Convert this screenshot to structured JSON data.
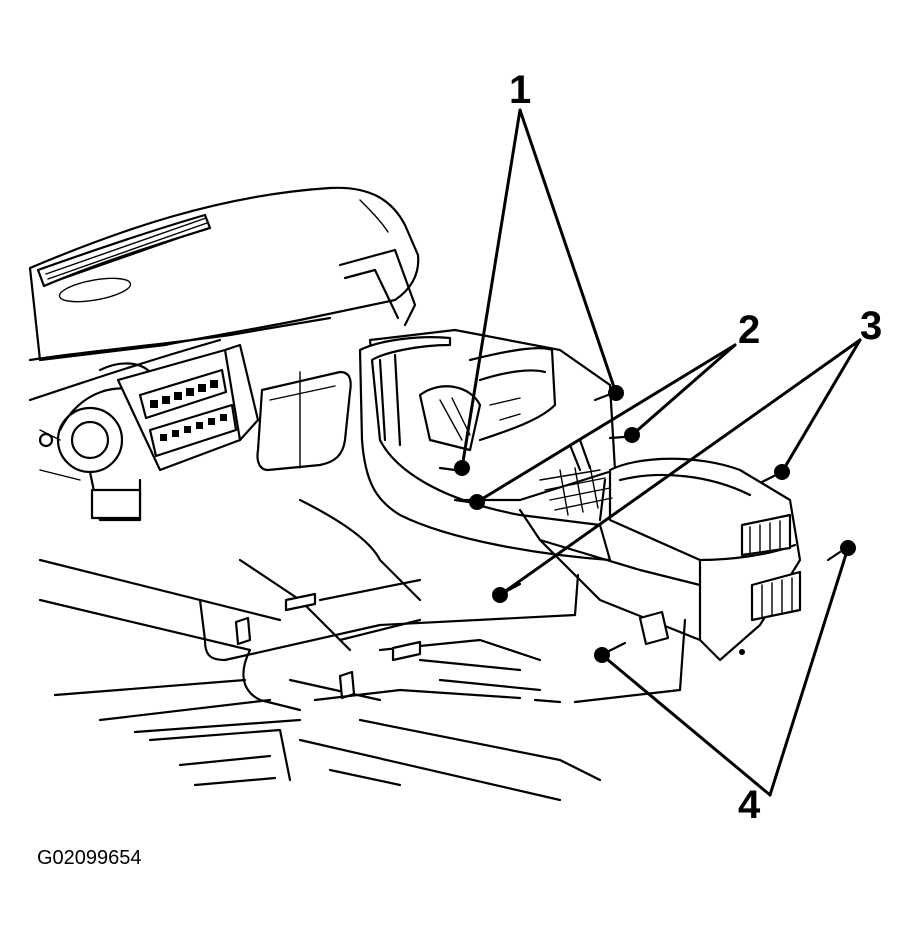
{
  "figure": {
    "callouts": [
      {
        "id": "c1",
        "label": "1"
      },
      {
        "id": "c2",
        "label": "2"
      },
      {
        "id": "c3",
        "label": "3"
      },
      {
        "id": "c4",
        "label": "4"
      }
    ],
    "figure_id": "G02099654"
  }
}
